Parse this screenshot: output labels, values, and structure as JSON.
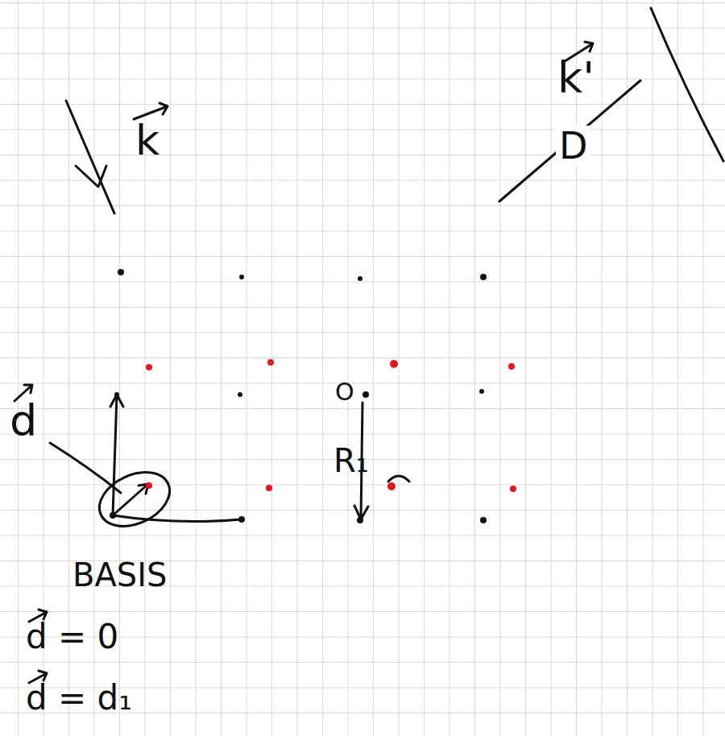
{
  "diagram": {
    "labels": [
      "k",
      "k'",
      "D",
      "d",
      "O",
      "R₁",
      "BASIS",
      "d = 0",
      "d = d₁"
    ]
  }
}
